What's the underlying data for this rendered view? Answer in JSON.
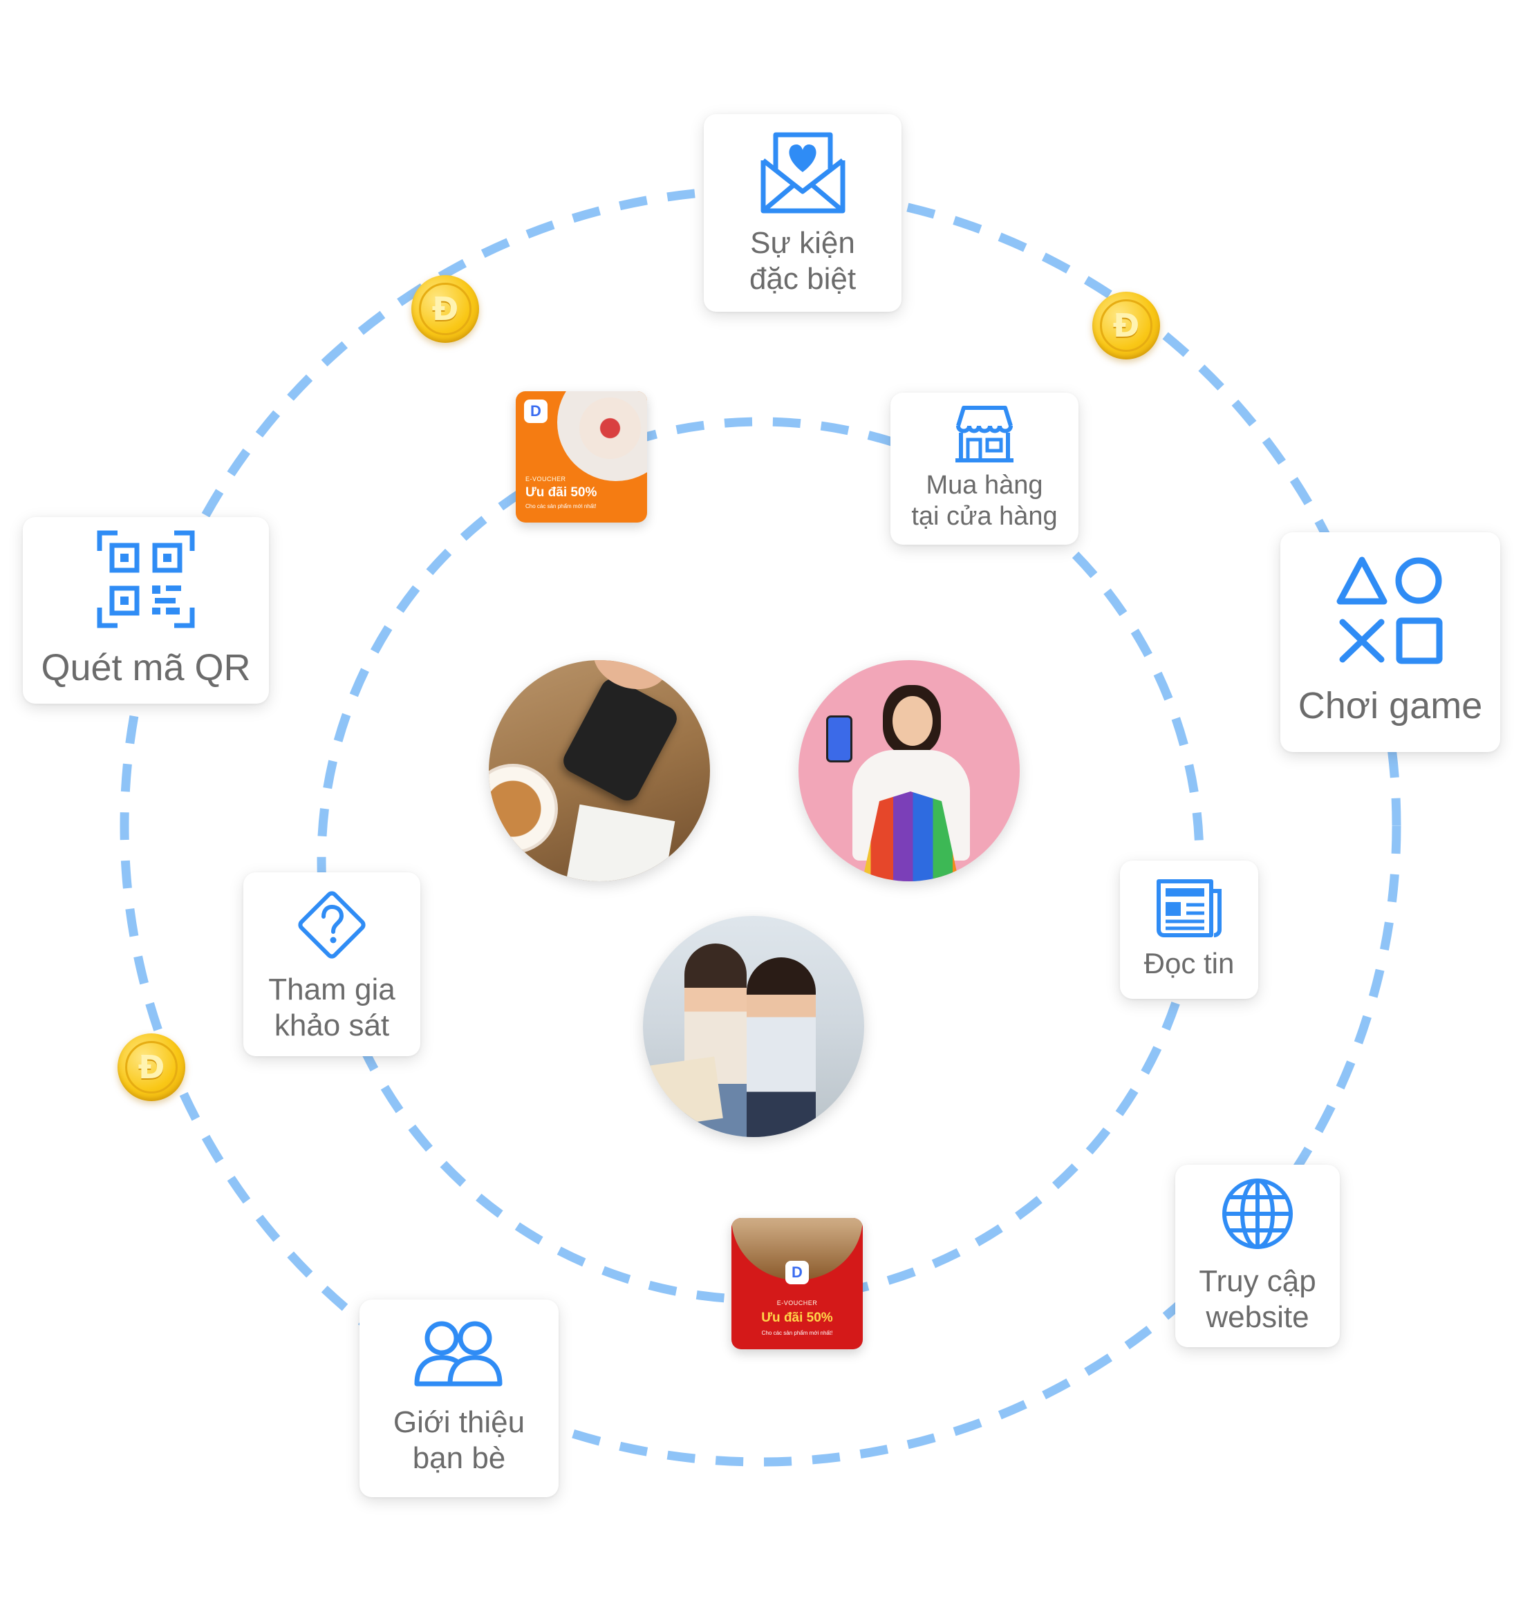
{
  "colors": {
    "accent": "#2f8cf5",
    "orbit": "#8ec3f7",
    "label": "#6b6b6b",
    "coin": "#f9c716",
    "voucher_orange": "#f57c12",
    "voucher_red": "#d41919"
  },
  "cards": [
    {
      "id": "special-event",
      "icon": "heart-envelope-icon",
      "label": "Sự kiện\nđặc biệt"
    },
    {
      "id": "shop-in-store",
      "icon": "store-icon",
      "label": "Mua hàng\ntại cửa hàng"
    },
    {
      "id": "scan-qr",
      "icon": "qr-code-icon",
      "label": "Quét mã QR"
    },
    {
      "id": "play-game",
      "icon": "game-shapes-icon",
      "label": "Chơi game"
    },
    {
      "id": "read-news",
      "icon": "newspaper-icon",
      "label": "Đọc tin"
    },
    {
      "id": "survey",
      "icon": "question-diamond-icon",
      "label": "Tham gia\nkhảo sát"
    },
    {
      "id": "visit-website",
      "icon": "globe-icon",
      "label": "Truy cập\nwebsite"
    },
    {
      "id": "refer-friends",
      "icon": "users-icon",
      "label": "Giới thiệu\nbạn bè"
    }
  ],
  "coins": {
    "symbol": "Đ",
    "count": 3
  },
  "vouchers": [
    {
      "tag": "E-VOUCHER",
      "offer": "Ưu đãi 50%",
      "note": "Cho các sản phẩm mới nhất!"
    },
    {
      "tag": "E-VOUCHER",
      "offer": "Ưu đãi 50%",
      "note": "Cho các sản phẩm mới nhất!"
    }
  ],
  "photos": [
    "qr-scan-photo",
    "shopping-woman-photo",
    "friends-shopping-photo"
  ]
}
